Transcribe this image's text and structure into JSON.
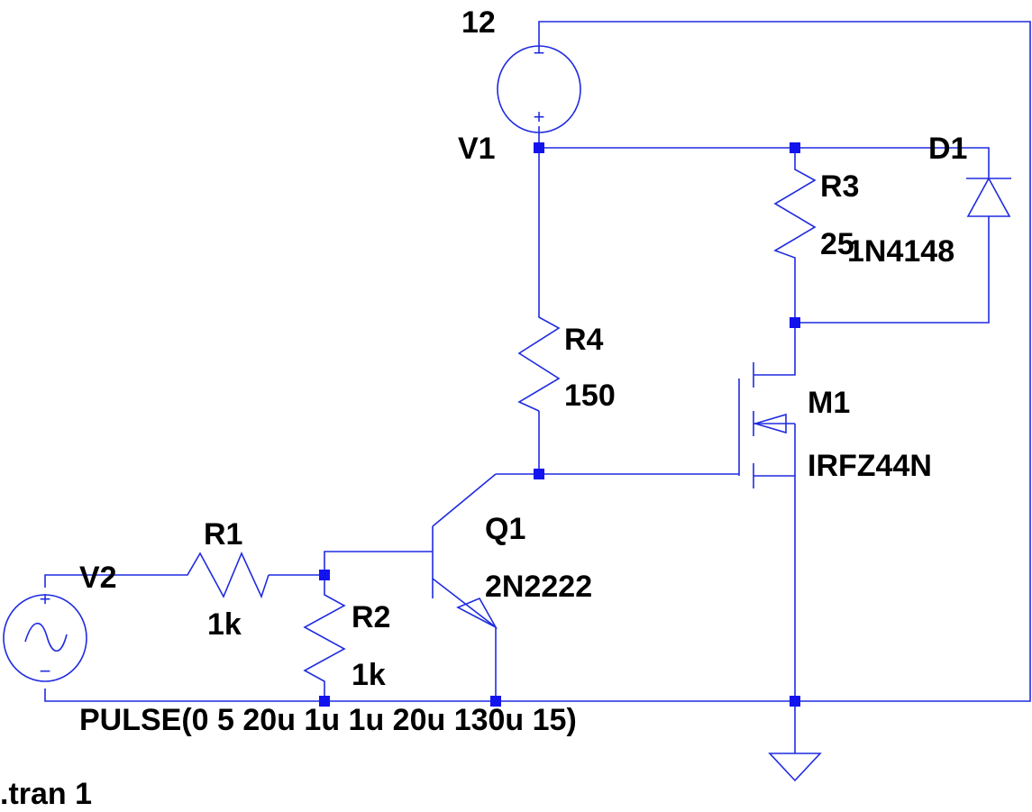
{
  "components": {
    "V1": {
      "name": "V1",
      "value": "12"
    },
    "V2": {
      "name": "V2",
      "value": "PULSE(0 5 20u 1u 1u 20u 130u 15)"
    },
    "R1": {
      "name": "R1",
      "value": "1k"
    },
    "R2": {
      "name": "R2",
      "value": "1k"
    },
    "R3": {
      "name": "R3",
      "value": "25"
    },
    "R4": {
      "name": "R4",
      "value": "150"
    },
    "Q1": {
      "name": "Q1",
      "value": "2N2222"
    },
    "M1": {
      "name": "M1",
      "value": "IRFZ44N"
    },
    "D1": {
      "name": "D1",
      "value": "1N4148"
    }
  },
  "directive": ".tran 1",
  "source_symbols": {
    "plus": "+",
    "minus": "−"
  },
  "colors": {
    "wire": "#1f2be0",
    "node": "#1313ee",
    "text": "#000000",
    "background": "#ffffff"
  }
}
